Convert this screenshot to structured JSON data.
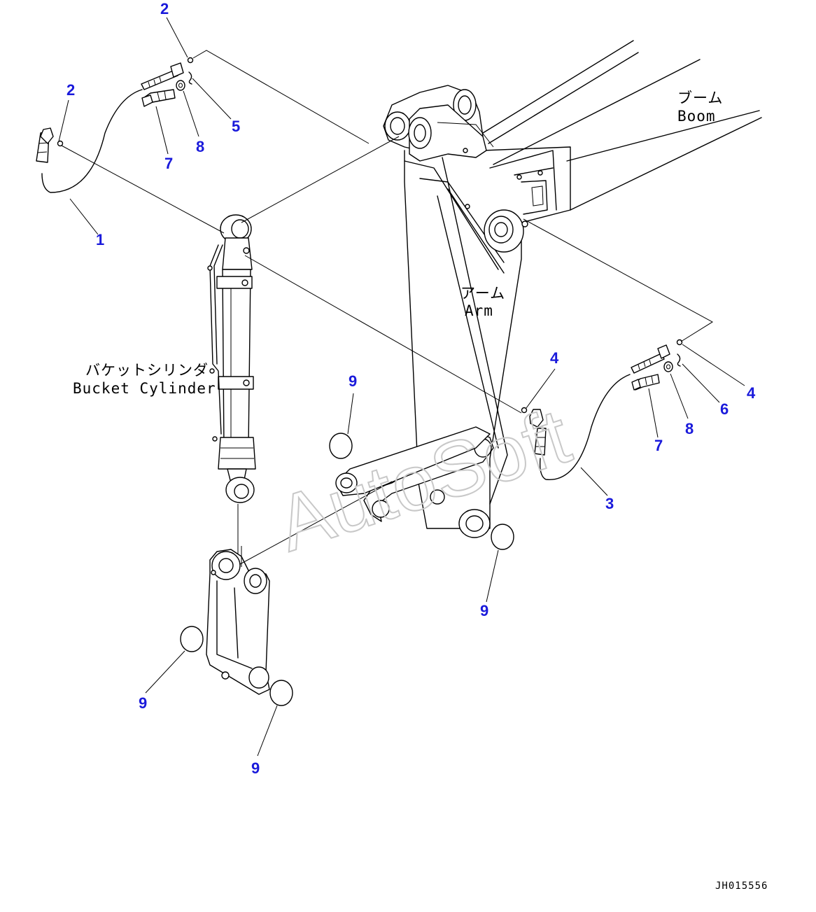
{
  "labels": {
    "boom_jp": "ブーム",
    "boom_en": "Boom",
    "arm_jp": "アーム",
    "arm_en": "Arm",
    "cylinder_jp": "バケットシリンダ",
    "cylinder_en": "Bucket Cylinder"
  },
  "callouts": {
    "c1": "1",
    "c2a": "2",
    "c2b": "2",
    "c3": "3",
    "c4a": "4",
    "c4b": "4",
    "c5": "5",
    "c6": "6",
    "c7a": "7",
    "c7b": "7",
    "c8a": "8",
    "c8b": "8",
    "c9a": "9",
    "c9b": "9",
    "c9c": "9",
    "c9d": "9"
  },
  "watermark": "AutoSoft",
  "drawing_code": "JH015556",
  "colors": {
    "callout": "#1a1adb",
    "line": "#000000",
    "watermark": "#c8c8c8"
  }
}
